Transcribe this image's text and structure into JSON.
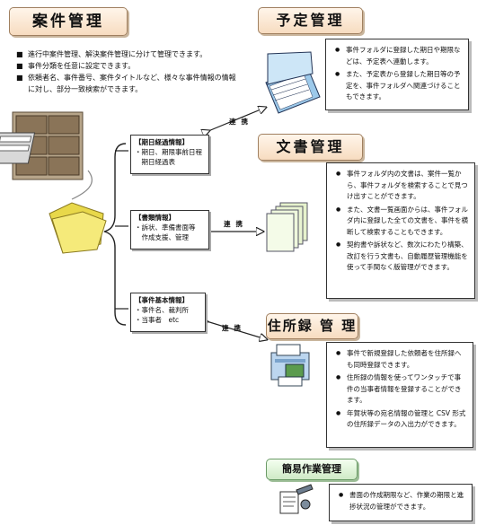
{
  "titles": {
    "case": "案件管理",
    "schedule": "予定管理",
    "document": "文書管理",
    "address": "住所録 管 理",
    "task": "簡易作業管理"
  },
  "case_bullets": [
    "進行中案件管理、解決案件管理に分けて管理できます。",
    "事件分類を任意に設定できます。",
    "依頼者名、事件番号、案件タイトルなど、様々な事件情報の情報に対し、部分一致検索ができます。"
  ],
  "case_bullet_3_lines": [
    "依頼者名、事件番号、案件タイトルなど、様々な事件情報の",
    "情報に対し、部分一致検索ができます。"
  ],
  "notes": [
    {
      "title": "【期日経過情報】",
      "lines": [
        "・期日、期限事前日程",
        "　期日経過表"
      ]
    },
    {
      "title": "【書類情報】",
      "lines": [
        "・訴状、準備書面等",
        "　作成支援、管理"
      ]
    },
    {
      "title": "【事件基本情報】",
      "lines": [
        "・事件名、裁判所",
        "・当事者　etc"
      ]
    }
  ],
  "link_label": "連携",
  "panels": {
    "schedule": [
      "事件フォルダに登録した期日や期限などは、予定表へ連動します。",
      "また、予定表から登録した期日等の予定を、事件フォルダへ関連づけることもできます。"
    ],
    "document": [
      "事件フォルダ内の文書は、案件一覧から、事件フォルダを検索することで見つけ出すことができます。",
      "また、文書一覧画面からは、事件フォルダ内に登録した全ての文書を、事件を横断して検索することもできます。",
      "契約書や訴状など、数次にわたり構築、改訂を行う文書も、自動履歴管理機能を使って手間なく版管理ができます。"
    ],
    "address": [
      "事件で新規登録した依頼者を住所録へも同時登録できます。",
      "住所録の情報を使ってワンタッチで事件の当事者情報を登録することができます。",
      "年賀状等の宛名情報の管理と CSV 形式の住所録データの入出力ができます。"
    ],
    "task": [
      "書面の作成期限など、作業の期限と進捗状況の管理ができます。"
    ]
  },
  "colors": {
    "title_fill": "#f7dcc0",
    "task_fill": "#cfeac6",
    "folder": "#f2e66a"
  },
  "icons": {
    "cabinet": "file-cabinet-icon",
    "folder": "folder-icon",
    "calendar": "calendar-book-icon",
    "documents": "document-stack-icon",
    "printer": "printer-address-icon",
    "task": "task-tools-icon"
  }
}
